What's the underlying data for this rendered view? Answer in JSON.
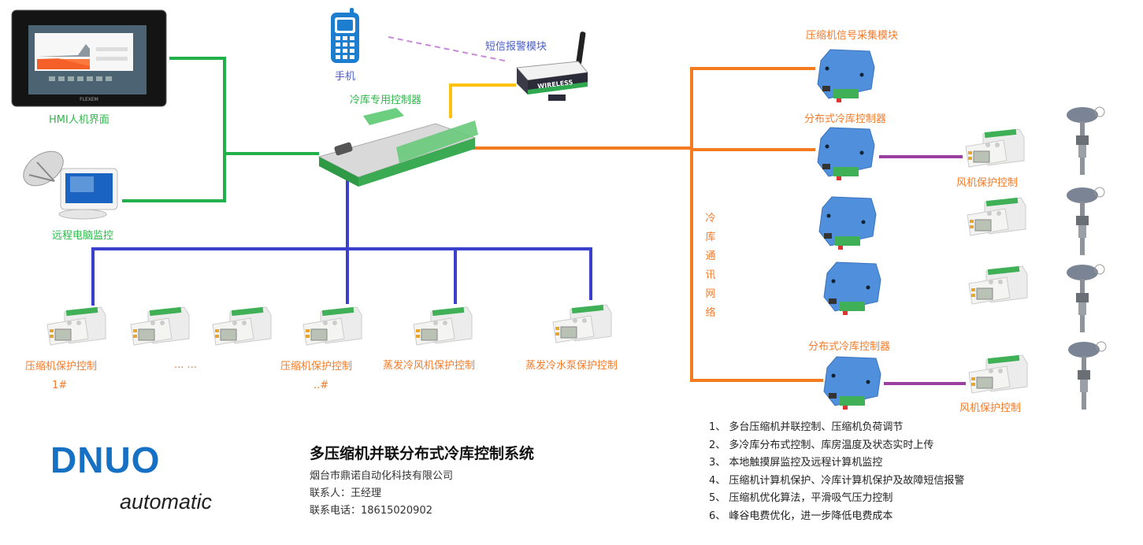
{
  "labels": {
    "hmi": "HMI人机界面",
    "remote_pc": "远程电脑监控",
    "phone": "手机",
    "sms_module": "短信报警模块",
    "controller": "冷库专用控制器",
    "signal_module": "压缩机信号采集模块",
    "dist_controller_1": "分布式冷库控制器",
    "dist_controller_2": "分布式冷库控制器",
    "fan_protect_1": "风机保护控制",
    "fan_protect_2": "风机保护控制",
    "network_vertical": [
      "冷",
      "库",
      "通",
      "讯",
      "网",
      "络"
    ],
    "compressor_protect_1": "压缩机保护控制",
    "compressor_protect_1_num": "1#",
    "ellipsis": "... ...",
    "compressor_protect_n": "压缩机保护控制",
    "compressor_protect_n_num": "..#",
    "evap_fan_protect": "蒸发冷风机保护控制",
    "evap_pump_protect": "蒸发冷水泵保护控制"
  },
  "device_text": {
    "hmi_brand": "FLEXEM",
    "sms_brand": "WIRELESS"
  },
  "brand": {
    "logo": "DNUO",
    "subtitle": "automatic"
  },
  "info": {
    "title": "多压缩机并联分布式冷库控制系统",
    "company": "烟台市鼎诺自动化科技有限公司",
    "contact": "联系人：王经理",
    "phone": "联系电话：18615020902"
  },
  "features": [
    "1、 多台压缩机并联控制、压缩机负荷调节",
    "2、 多冷库分布式控制、库房温度及状态实时上传",
    "3、 本地触摸屏监控及远程计算机监控",
    "4、 压缩机计算机保护、冷库计算机保护及故障短信报警",
    "5、 压缩机优化算法，平滑吸气压力控制",
    "6、 峰谷电费优化，进一步降低电费成本"
  ],
  "colors": {
    "hmi_link": "#22b04a",
    "sms_link": "#ffc20e",
    "network": "#f47b20",
    "field_bus": "#3a3fcc",
    "fan_link": "#9b3fa0",
    "wireless": "#c98ad8",
    "brand_blue": "#1670c4"
  }
}
